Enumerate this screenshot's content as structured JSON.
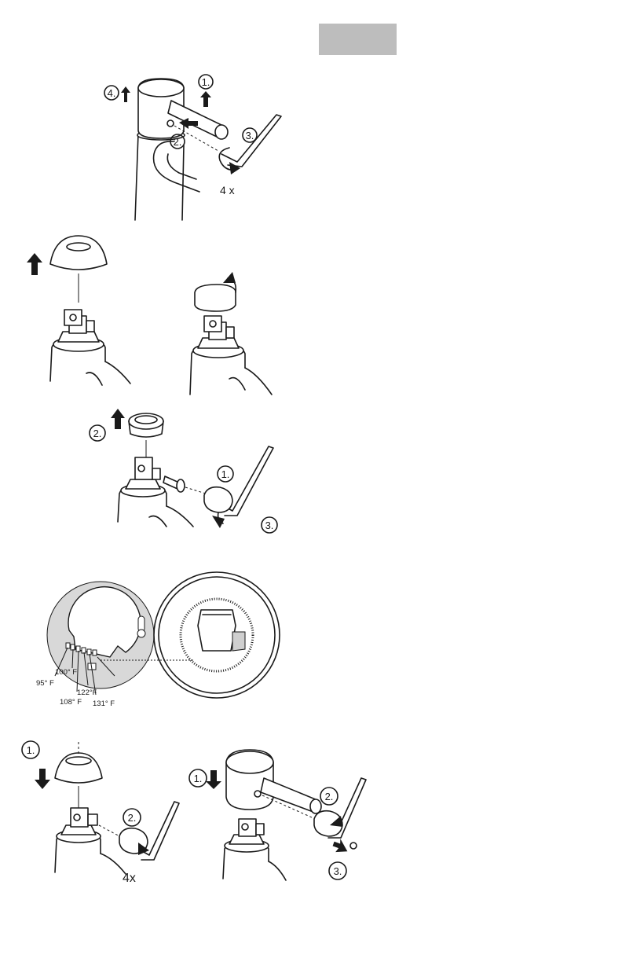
{
  "steps": {
    "s1": {
      "n1": "1.",
      "n2": "2.",
      "n3": "3.",
      "n4": "4.",
      "count": "4 x"
    },
    "s3": {
      "n1": "1.",
      "n2": "2.",
      "n3": "3."
    },
    "s4": {
      "t95": "95° F",
      "t100": "100° F",
      "t108": "108° F",
      "t122": "122°F",
      "t131": "131° F"
    },
    "s5": {
      "n1": "1.",
      "n2": "2.",
      "count": "4x"
    },
    "s6": {
      "n1": "1.",
      "n2": "2.",
      "n3": "3."
    }
  }
}
